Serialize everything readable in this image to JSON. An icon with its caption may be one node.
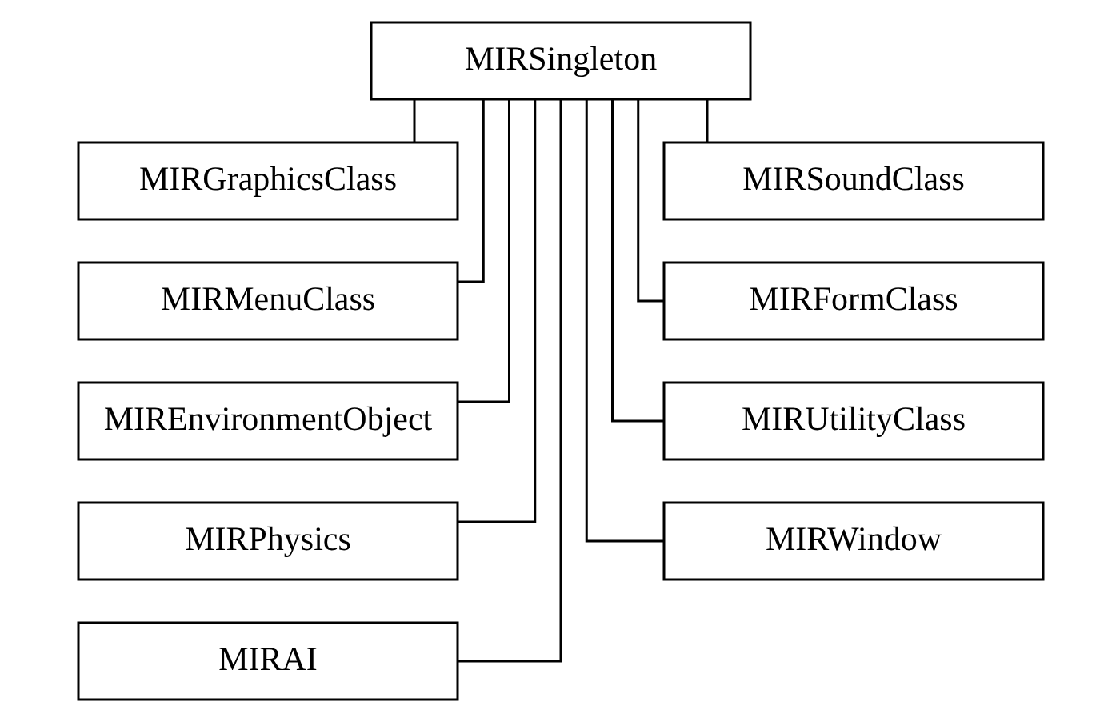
{
  "diagram": {
    "nodes": [
      {
        "text": [
          "MIRSingleton"
        ]
      },
      {
        "text": [
          "MIRGraphicsClass"
        ]
      },
      {
        "text": [
          "MIRSoundClass"
        ]
      },
      {
        "text": [
          "MIRMenuClass"
        ]
      },
      {
        "text": [
          "MIRFormClass"
        ]
      },
      {
        "text": [
          "MIREnvironmentObject"
        ]
      },
      {
        "text": [
          "MIRUtilityClass"
        ]
      },
      {
        "text": [
          "MIRPhysics"
        ]
      },
      {
        "text": [
          "MIRWindow"
        ]
      },
      {
        "text": [
          "MIRAI"
        ]
      }
    ],
    "edges": [
      {
        "from": 0,
        "to": 1,
        "arrow": "none"
      },
      {
        "from": 0,
        "to": 3,
        "arrow": "none"
      },
      {
        "from": 0,
        "to": 5,
        "arrow": "none"
      },
      {
        "from": 0,
        "to": 7,
        "arrow": "none"
      },
      {
        "from": 0,
        "to": 9,
        "arrow": "none"
      },
      {
        "from": 0,
        "to": 2,
        "arrow": "none"
      },
      {
        "from": 0,
        "to": 4,
        "arrow": "none"
      },
      {
        "from": 0,
        "to": 6,
        "arrow": "none"
      },
      {
        "from": 0,
        "to": 8,
        "arrow": "none"
      }
    ]
  }
}
